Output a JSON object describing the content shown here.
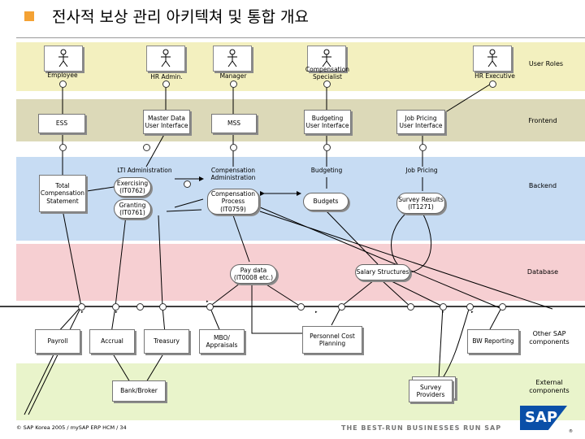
{
  "title": "전사적 보상 관리 아키텍쳐 및 통합 개요",
  "colors": {
    "title_square": "#f4a234",
    "user_roles_band": "#f3f0bf",
    "frontend_band": "#dcd9b8",
    "backend_band": "#c7dcf3",
    "database_band": "#f6cfd2",
    "other_sap_band": "#ffffff",
    "external_band": "#e9f4cb",
    "sap_logo": "#0a4fa8"
  },
  "bands": {
    "user_roles": "User Roles",
    "frontend": "Frontend",
    "backend": "Backend",
    "database": "Database",
    "other_sap": "Other SAP\ncomponents",
    "external": "External\ncomponents"
  },
  "roles": {
    "employee": "Employee",
    "hr_admin": "HR Admin.",
    "manager": "Manager",
    "comp_specialist": "Compensation\nSpecialist",
    "hr_executive": "HR Executive"
  },
  "frontend": {
    "ess": "ESS",
    "master_data_ui": "Master Data\nUser Interface",
    "mss": "MSS",
    "budgeting_ui": "Budgeting\nUser Interface",
    "job_pricing_ui": "Job Pricing\nUser Interface"
  },
  "backend": {
    "total_comp_statement": "Total\nCompensation\nStatement",
    "lti_admin": "LTI Administration",
    "exercising": "Exercising\n(IT0762)",
    "granting": "Granting\n(IT0761)",
    "comp_admin": "Compensation\nAdministration",
    "comp_process": "Compensation\nProcess\n(IT0759)",
    "budgeting": "Budgeting",
    "budgets": "Budgets",
    "job_pricing": "Job Pricing",
    "survey_results": "Survey Results\n(IT1271)"
  },
  "database": {
    "pay_data": "Pay data\n(IT0008 etc.)",
    "salary_structures": "Salary Structures"
  },
  "other_sap": {
    "payroll": "Payroll",
    "accrual": "Accrual",
    "treasury": "Treasury",
    "mbo": "MBO/\nAppraisals",
    "personnel_cost": "Personnel Cost\nPlanning",
    "bw_reporting": "BW Reporting"
  },
  "external": {
    "bank_broker": "Bank/Broker",
    "survey_providers": "Survey\nProviders"
  },
  "footer": {
    "copyright": "© SAP Korea 2005 / mySAP ERP HCM / 34",
    "slogan": "THE BEST-RUN BUSINESSES RUN SAP",
    "logo": "SAP",
    "logo_mark": "®"
  }
}
